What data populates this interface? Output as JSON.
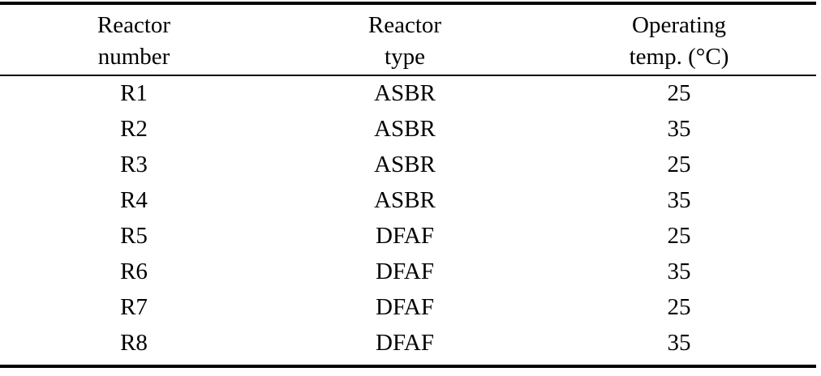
{
  "table": {
    "columns": [
      {
        "id": "reactor-number",
        "header_lines": [
          "Reactor",
          "number"
        ]
      },
      {
        "id": "reactor-type",
        "header_lines": [
          "Reactor",
          "type"
        ]
      },
      {
        "id": "operating-temp",
        "header_lines": [
          "Operating",
          "temp. (°C)"
        ]
      }
    ],
    "rows": [
      {
        "reactor_number": "R1",
        "reactor_type": "ASBR",
        "operating_temp": "25"
      },
      {
        "reactor_number": "R2",
        "reactor_type": "ASBR",
        "operating_temp": "35"
      },
      {
        "reactor_number": "R3",
        "reactor_type": "ASBR",
        "operating_temp": "25"
      },
      {
        "reactor_number": "R4",
        "reactor_type": "ASBR",
        "operating_temp": "35"
      },
      {
        "reactor_number": "R5",
        "reactor_type": "DFAF",
        "operating_temp": "25"
      },
      {
        "reactor_number": "R6",
        "reactor_type": "DFAF",
        "operating_temp": "35"
      },
      {
        "reactor_number": "R7",
        "reactor_type": "DFAF",
        "operating_temp": "25"
      },
      {
        "reactor_number": "R8",
        "reactor_type": "DFAF",
        "operating_temp": "35"
      }
    ],
    "rules": {
      "top": "thick",
      "header_separator": "thin",
      "bottom": "thick"
    },
    "colors": {
      "text": "#000000",
      "rule": "#000000",
      "background": "#ffffff"
    }
  }
}
